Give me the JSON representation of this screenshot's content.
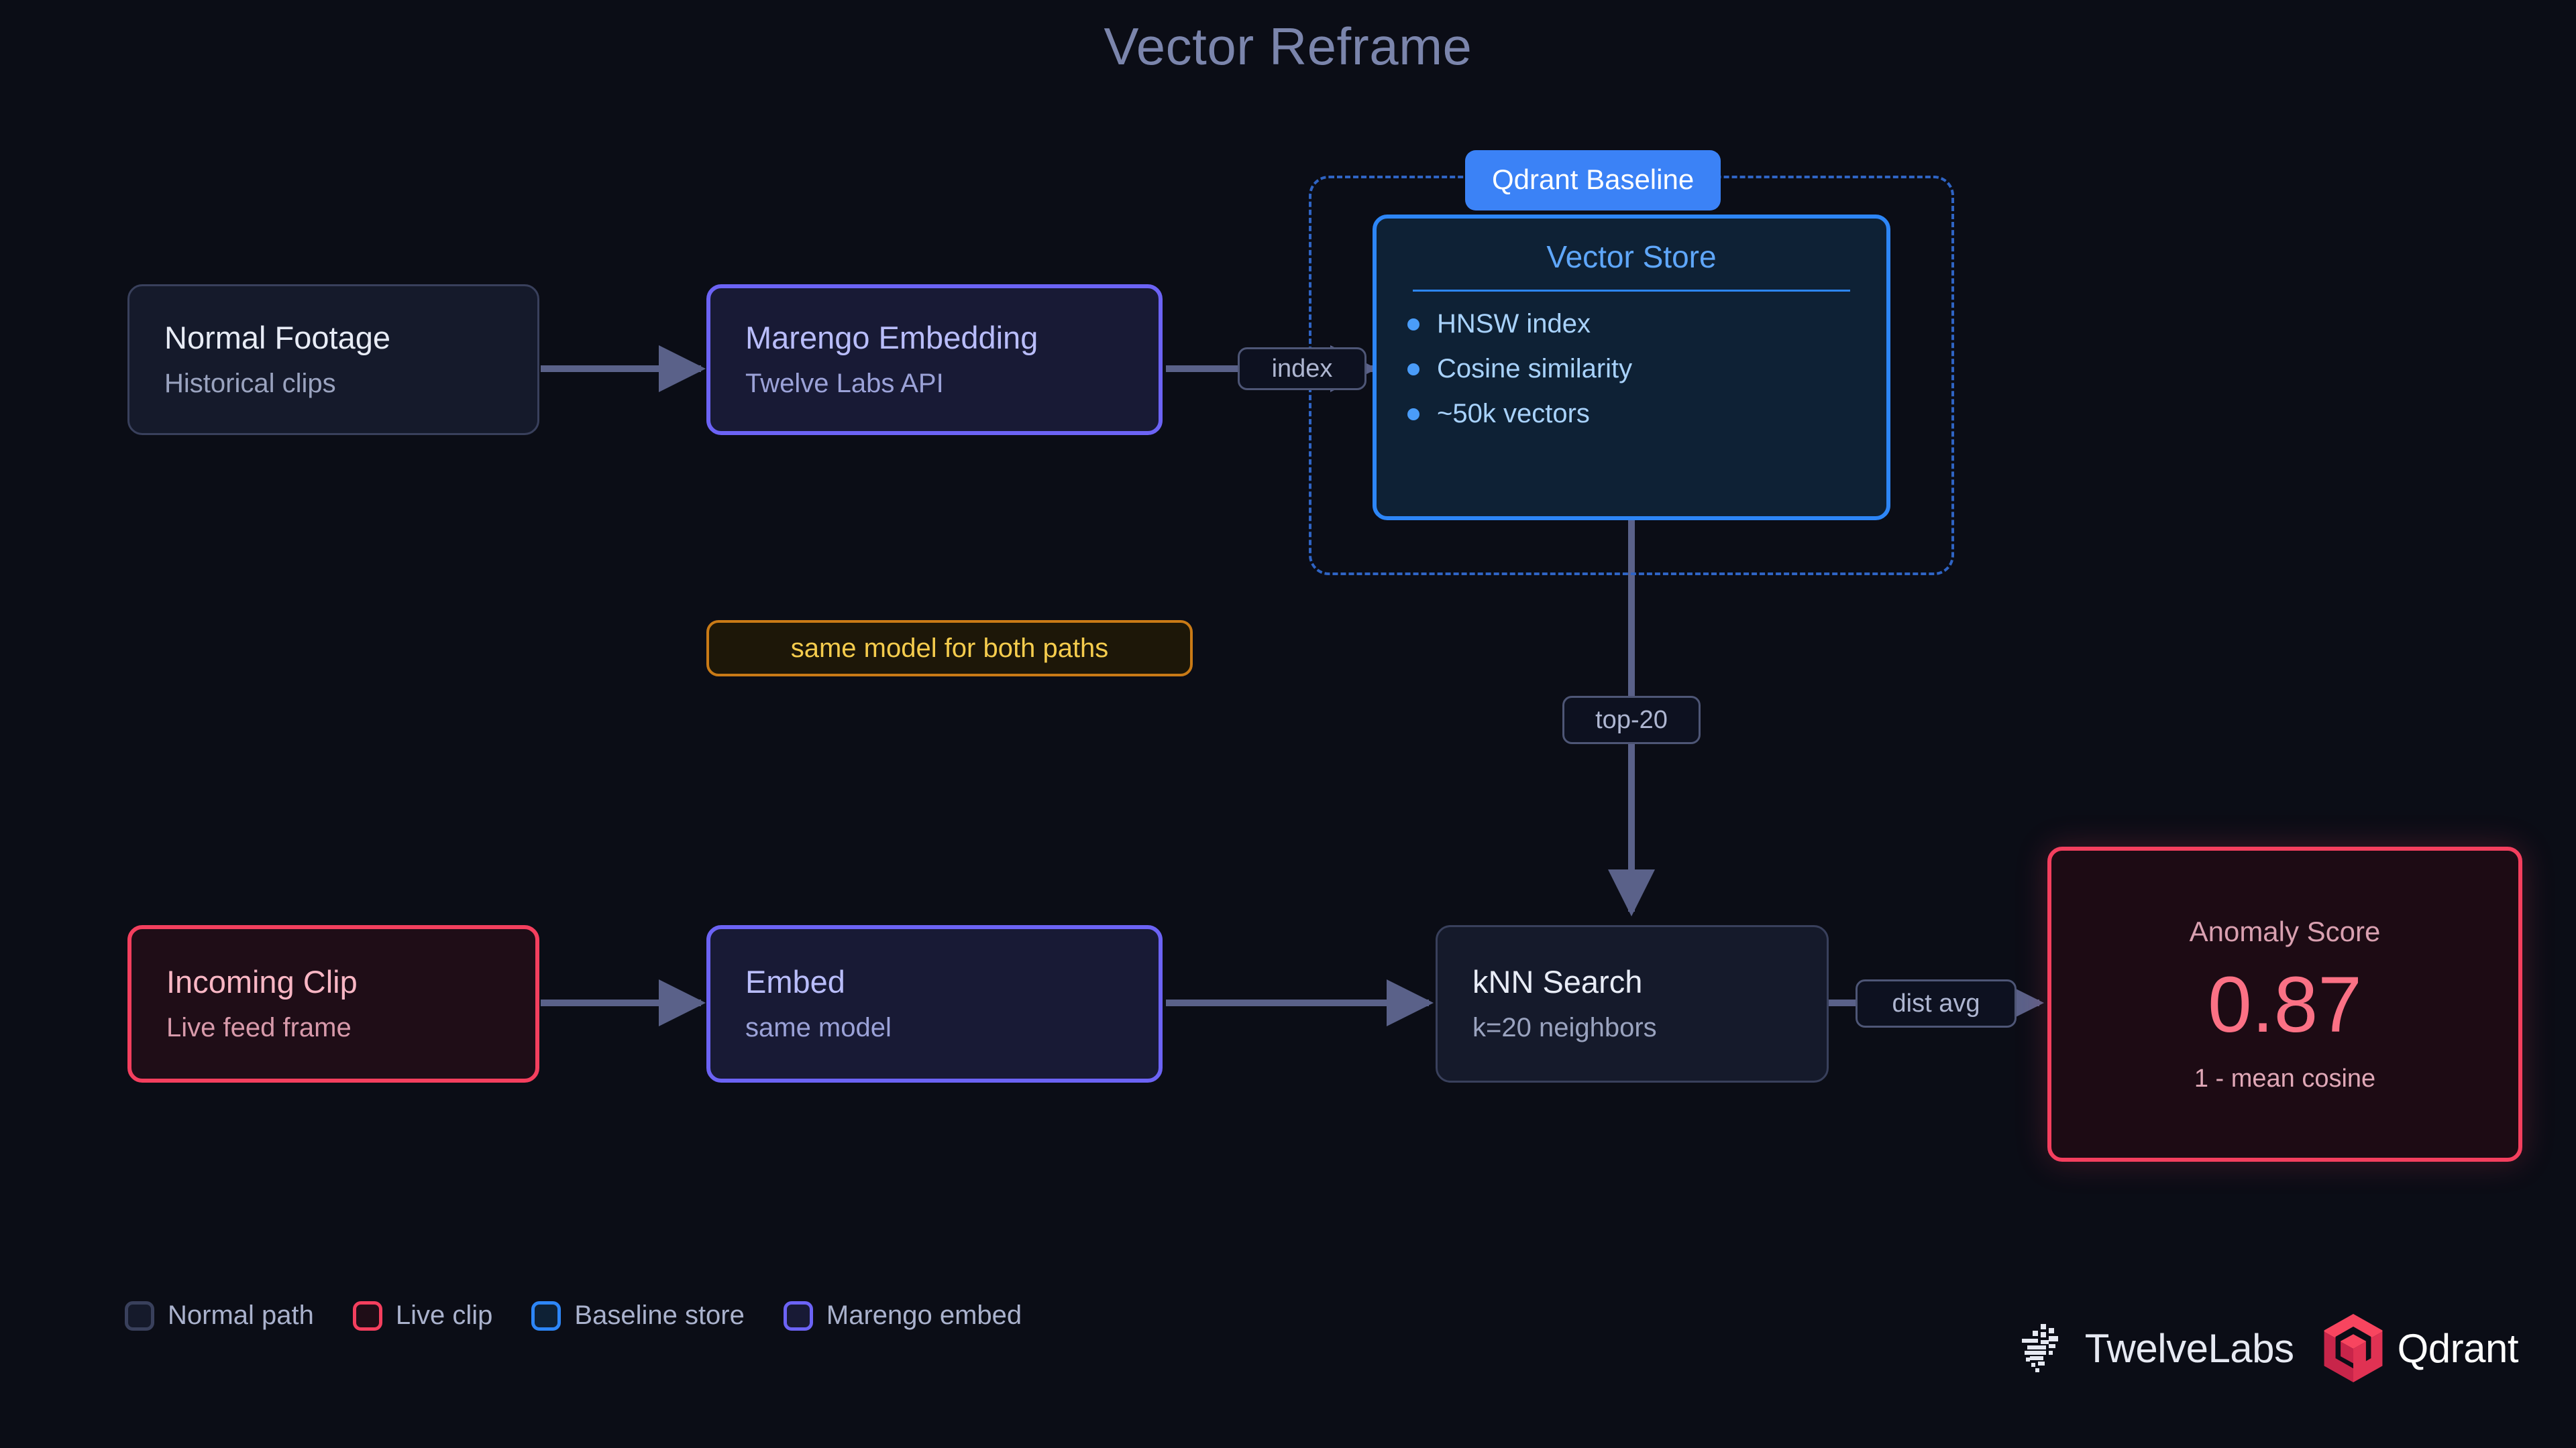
{
  "title": "Vector Reframe",
  "theme": {
    "background": "#0b0d16",
    "title_color": "#7b85ac",
    "edge_color": "#5a6189",
    "accent_blue": "#3b82f6",
    "accent_indigo": "#6c63f5",
    "accent_red": "#f43f5e",
    "accent_amber": "#f5cc4d",
    "store_blue": "#2d86f7"
  },
  "nodes": {
    "normal_footage": {
      "title": "Normal Footage",
      "subtitle": "Historical clips"
    },
    "marengo_embedding": {
      "title": "Marengo Embedding",
      "subtitle": "Twelve Labs API"
    },
    "incoming_clip": {
      "title": "Incoming Clip",
      "subtitle": "Live feed frame"
    },
    "embed": {
      "title": "Embed",
      "subtitle": "same model"
    },
    "knn_search": {
      "title": "kNN Search",
      "subtitle": "k=20 neighbors"
    }
  },
  "cluster": {
    "badge": "Qdrant Baseline"
  },
  "vector_store": {
    "title": "Vector Store",
    "items": [
      "HNSW index",
      "Cosine similarity",
      "~50k vectors"
    ]
  },
  "note": {
    "text": "same model for both paths"
  },
  "edge_labels": {
    "index": "index",
    "top20": "top-20",
    "dist_avg": "dist avg"
  },
  "result": {
    "label": "Anomaly Score",
    "value": "0.87",
    "sub": "1 - mean cosine"
  },
  "legend": {
    "items": [
      {
        "label": "Normal path",
        "color": "#39405c"
      },
      {
        "label": "Live clip",
        "color": "#f43f5e"
      },
      {
        "label": "Baseline store",
        "color": "#2d86f7"
      },
      {
        "label": "Marengo embed",
        "color": "#6c63f5"
      }
    ]
  },
  "brands": {
    "twelvelabs": "TwelveLabs",
    "qdrant": "Qdrant"
  }
}
